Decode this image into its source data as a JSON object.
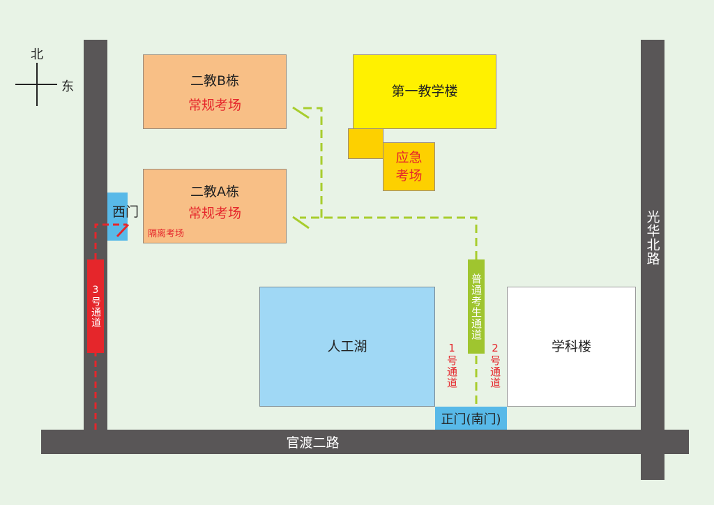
{
  "compass": {
    "north": "北",
    "east": "东"
  },
  "roads": {
    "bottom": "官渡二路",
    "right": "光华北路"
  },
  "buildings": {
    "b2": {
      "title": "二教B栋",
      "subtitle": "常规考场"
    },
    "a2": {
      "title": "二教A栋",
      "subtitle": "常规考场",
      "note": "隔离考场"
    },
    "teaching1": {
      "title": "第一教学楼"
    },
    "emergency": {
      "title": "应急考场"
    },
    "lake": {
      "title": "人工湖"
    },
    "subject": {
      "title": "学科楼"
    }
  },
  "gates": {
    "west": "西门",
    "south": "正门(南门)"
  },
  "passages": {
    "p3": "3号通道",
    "p1": "1号通道",
    "p2": "2号通道",
    "normal": "普通考生通道"
  },
  "colors": {
    "background": "#e8f3e6",
    "road": "#595657",
    "exam_building": "#f8bf86",
    "teaching_building": "#fff100",
    "emergency": "#fdd000",
    "lake": "#a0d8f5",
    "gate": "#58b9e8",
    "passage_green": "#9fc52f",
    "passage_red": "#e5262b",
    "route_dash": "#a8cd2e"
  }
}
